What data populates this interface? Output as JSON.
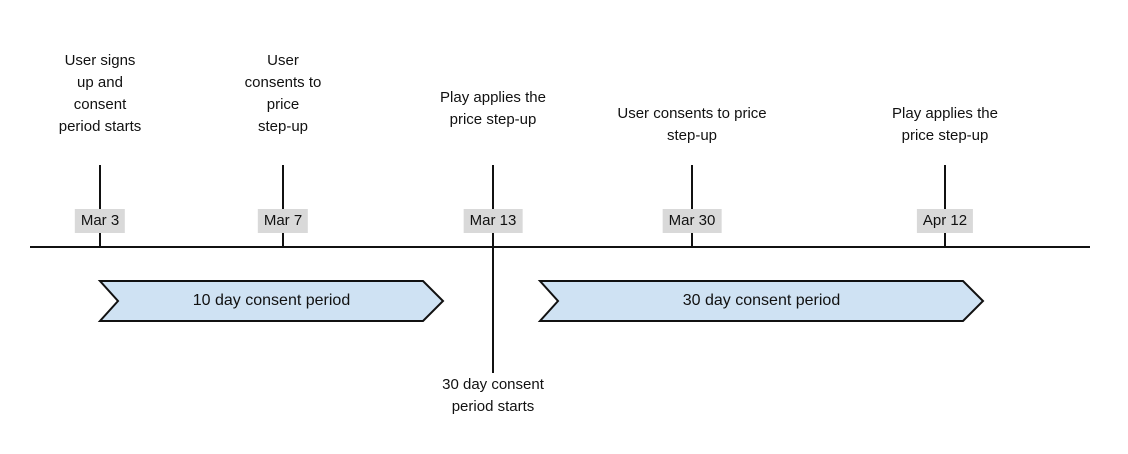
{
  "diagram": {
    "type": "timeline",
    "events": [
      {
        "date": "Mar 3",
        "label": "User signs\nup and\nconsent\nperiod starts"
      },
      {
        "date": "Mar 7",
        "label": "User\nconsents to\nprice\nstep-up"
      },
      {
        "date": "Mar 13",
        "label": "Play applies the\nprice step-up"
      },
      {
        "date": "Mar 30",
        "label": "User consents to price\nstep-up"
      },
      {
        "date": "Apr 12",
        "label": "Play applies the\nprice step-up"
      }
    ],
    "periods": [
      {
        "label": "10 day consent period"
      },
      {
        "label": "30 day consent period"
      }
    ],
    "note": {
      "label": "30 day consent\nperiod starts"
    },
    "colors": {
      "period_fill": "#cfe2f3",
      "period_border": "#111111",
      "date_highlight": "#d9d9d9",
      "line": "#111111",
      "text": "#111111",
      "background": "#ffffff"
    }
  }
}
